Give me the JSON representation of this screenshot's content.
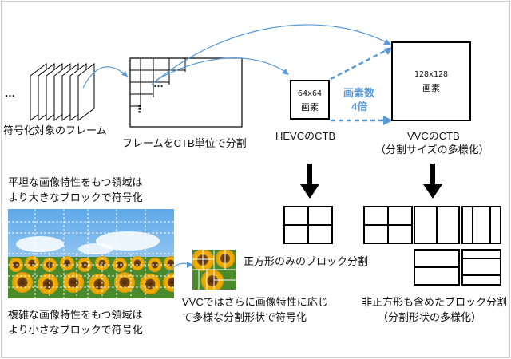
{
  "labels": {
    "frames_to_encode": "符号化対象のフレーム",
    "split_frame": "フレームをCTB単位で分割",
    "hevc_ctb": "HEVCのCTB",
    "vvc_ctb": "VVCのCTB",
    "vvc_ctb_sub": "（分割サイズの多様化）",
    "hevc_box_size": "64x64",
    "hevc_box_unit": "画素",
    "vvc_box_size": "128x128",
    "vvc_box_unit": "画素",
    "pixel_count_line1": "画素数",
    "pixel_count_line2": "4倍",
    "flat_region_line1": "平坦な画像特性をもつ領域は",
    "flat_region_line2": "より大きなブロックで符号化",
    "complex_region_line1": "複雑な画像特性をもつ領域は",
    "complex_region_line2": "より小さなブロックで符号化",
    "square_only": "正方形のみのブロック分割",
    "vvc_adaptive_line1": "VVCではさらに画像特性に応じ",
    "vvc_adaptive_line2": "て多様な分割形状で符号化",
    "nonsquare_line1": "非正方形も含めたブロック分割",
    "nonsquare_line2": "（分割形状の多様化）",
    "ellipsis_frames": "…",
    "ellipsis_left": "…",
    "ellipsis_grid": "…",
    "vdots_grid": "⋮"
  },
  "colors": {
    "accent_blue": "#5b9bd5",
    "sky": "#8fc3ee",
    "sunflower_petal": "#f2b705",
    "sunflower_center": "#6b3b0a",
    "leaf": "#4a8a2a"
  }
}
